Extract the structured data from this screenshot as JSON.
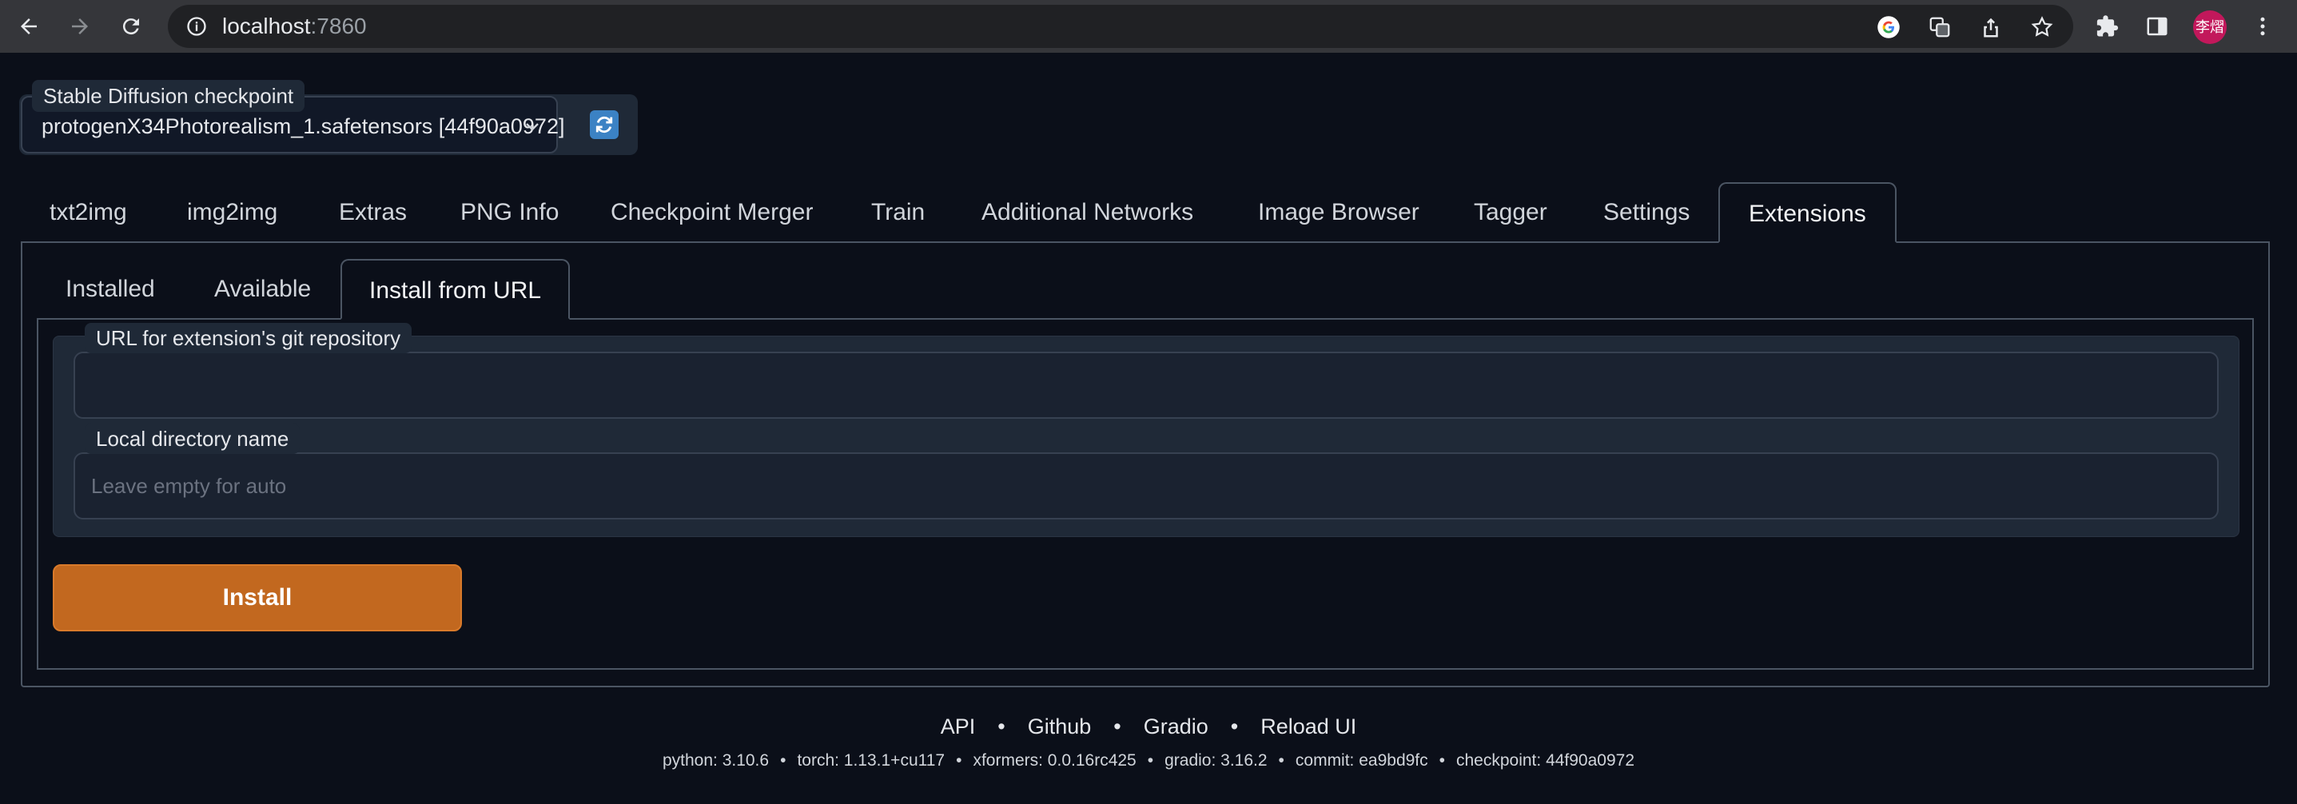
{
  "browser": {
    "url_host": "localhost",
    "url_port": ":7860",
    "avatar_text": "李熠"
  },
  "checkpoint": {
    "label": "Stable Diffusion checkpoint",
    "value": "protogenX34Photorealism_1.safetensors [44f90a0972]"
  },
  "main_tabs": [
    {
      "label": "txt2img"
    },
    {
      "label": "img2img"
    },
    {
      "label": "Extras"
    },
    {
      "label": "PNG Info"
    },
    {
      "label": "Checkpoint Merger"
    },
    {
      "label": "Train"
    },
    {
      "label": "Additional Networks"
    },
    {
      "label": "Image Browser"
    },
    {
      "label": "Tagger"
    },
    {
      "label": "Settings"
    },
    {
      "label": "Extensions"
    }
  ],
  "sub_tabs": [
    {
      "label": "Installed"
    },
    {
      "label": "Available"
    },
    {
      "label": "Install from URL"
    }
  ],
  "form": {
    "url_label": "URL for extension's git repository",
    "url_value": "",
    "dir_label": "Local directory name",
    "dir_placeholder": "Leave empty for auto",
    "install_label": "Install"
  },
  "footer": {
    "links": [
      "API",
      "Github",
      "Gradio",
      "Reload UI"
    ],
    "versions": [
      "python: 3.10.6",
      "torch: 1.13.1+cu117",
      "xformers: 0.0.16rc425",
      "gradio: 3.16.2",
      "commit: ea9bd9fc",
      "checkpoint: 44f90a0972"
    ]
  },
  "colors": {
    "background": "#0b0f19",
    "accent_button": "#c2681f",
    "panel": "#1f2937"
  }
}
